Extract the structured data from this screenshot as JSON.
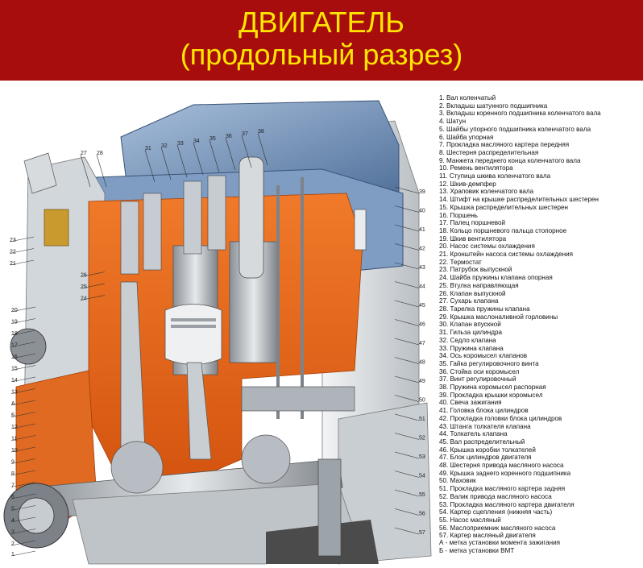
{
  "title": "ДВИГАТЕЛЬ",
  "subtitle": "(продольный разрез)",
  "legend": [
    "1. Вал коленчатый",
    "2. Вкладыш шатунного подшипника",
    "3. Вкладыш коренного подшипника коленчатого вала",
    "4. Шатун",
    "5. Шайбы упорного подшипника коленчатого вала",
    "6. Шайба упорная",
    "7. Прокладка масляного картера передняя",
    "8. Шестерня распределительная",
    "9. Манжета переднего конца коленчатого вала",
    "10. Ремень вентилятора",
    "11. Ступица шкива коленчатого вала",
    "12. Шкив-демпфер",
    "13. Храповик коленчатого вала",
    "14. Штифт на крышке распределительных шестерен",
    "15. Крышка распределительных шестерен",
    "16. Поршень",
    "17. Палец поршневой",
    "18. Кольцо поршневого пальца стопорное",
    "19. Шкив вентилятора",
    "20. Насос системы охлаждения",
    "21. Кронштейн насоса системы охлаждения",
    "22. Термостат",
    "23. Патрубок выпускной",
    "24. Шайба пружины клапана опорная",
    "25. Втулка направляющая",
    "26. Клапан выпускной",
    "27. Сухарь клапана",
    "28. Тарелка пружины клапана",
    "29. Крышка маслоналивной горловины",
    "30. Клапан впускной",
    "31. Гильза цилиндра",
    "32. Седло клапана",
    "33. Пружина клапана",
    "34. Ось коромысел клапанов",
    "35. Гайка регулировочного винта",
    "36. Стойка оси коромысел",
    "37. Винт регулировочный",
    "38. Пружина коромысел распорная",
    "39. Прокладка крышки коромысел",
    "40. Свеча зажигания",
    "41. Головка блока цилиндров",
    "42. Прокладка головки блока цилиндров",
    "43. Штанга толкателя клапана",
    "44. Толкатель клапана",
    "45. Вал распределительный",
    "46. Крышка коробки толкателей",
    "47. Блок цилиндров двигателя",
    "48. Шестерня привода масляного насоса",
    "49. Крышка заднего коренного подшипника",
    "50. Маховик",
    "51. Прокладка масляного картера задняя",
    "52. Валик привода масляного насоса",
    "53. Прокладка масляного картера двигателя",
    "54. Картер сцепления (нижняя часть)",
    "55. Насос масляный",
    "56. Маслоприемник масляного насоса",
    "57. Картер масляный двигателя"
  ],
  "notes": [
    "А - метка установки момента зажигания",
    "Б - метка установки ВМТ"
  ],
  "callouts_top": [
    "27",
    "28",
    "31",
    "32",
    "33",
    "34",
    "35",
    "36",
    "37",
    "38"
  ],
  "callouts_left": [
    "23",
    "22",
    "21",
    "26",
    "25",
    "24",
    "20",
    "19",
    "18",
    "17",
    "16",
    "15",
    "14",
    "13",
    "А",
    "Б",
    "12",
    "11",
    "10",
    "9",
    "8",
    "7",
    "6",
    "5",
    "4",
    "3",
    "2",
    "1"
  ],
  "callouts_right": [
    "39",
    "40",
    "41",
    "42",
    "43",
    "44",
    "45",
    "46",
    "47",
    "48",
    "49",
    "50",
    "51",
    "52",
    "53",
    "54",
    "55",
    "56",
    "57"
  ],
  "colors": {
    "header_bg": "#a80d0d",
    "title": "#ffe600",
    "head_blue": "#6f8fb8",
    "water_jacket": "#e8641c",
    "block_grey": "#d9dde0"
  }
}
